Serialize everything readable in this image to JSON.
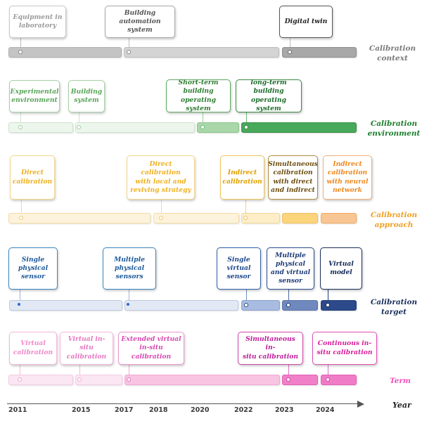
{
  "rows": [
    {
      "id": "context",
      "label": "Calibration\ncontext",
      "cards": [
        "Equipment in\nlaboratory",
        "Building\nautomation system",
        "Digital twin"
      ]
    },
    {
      "id": "environment",
      "label": "Calibration\nenvironment",
      "cards": [
        "Experimental\nenvironment",
        "Building\nsystem",
        "Short-term\nbuilding\noperating system",
        "long-term\nbuilding\noperating system"
      ]
    },
    {
      "id": "approach",
      "label": "Calibration\napproach",
      "cards": [
        "Direct\ncalibration",
        "Direct calibration\nwith local and\nreviving strategy",
        "Indirect\ncalibration",
        "Simultaneous\ncalibration\nwith direct\nand indirect",
        "Indirect\ncalibration\nwith neural\nnetwork"
      ]
    },
    {
      "id": "target",
      "label": "Calibration\ntarget",
      "cards": [
        "Single\nphysical\nsensor",
        "Multiple\nphysical\nsensors",
        "Single\nvirtual\nsensor",
        "Multiple\nphysical\nand virtual\nsensor",
        "Virtual\nmodel"
      ]
    },
    {
      "id": "term",
      "label": "Term",
      "cards": [
        "Virtual\ncalibration",
        "Virtual in-situ\ncalibration",
        "Extended virtual\nin-situ calibration",
        "Simultaneous in-\nsitu calibration",
        "Continuous in-\nsitu calibration"
      ]
    }
  ],
  "axis": {
    "years": [
      "2011",
      "2015",
      "2017",
      "2018",
      "2020",
      "2022",
      "2023",
      "2024"
    ],
    "label": "Year"
  },
  "colors": {
    "context": "#8c8c8c",
    "environment": "#2e8b3a",
    "approach": "#f0a020",
    "target": "#1f3d7a",
    "term": "#e040b0"
  }
}
